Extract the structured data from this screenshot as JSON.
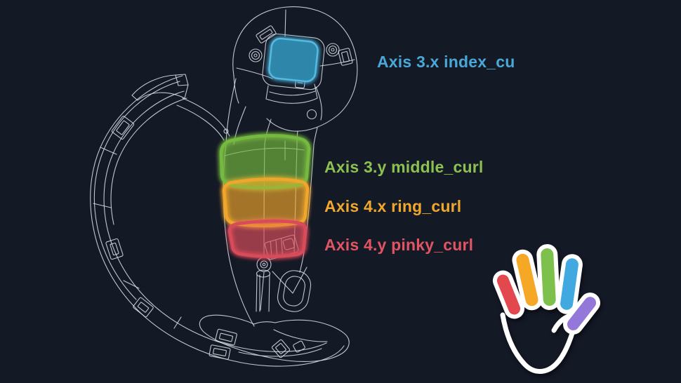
{
  "scene": {
    "background": "#141926",
    "wireframe_color": "#d9dee6"
  },
  "labels": [
    {
      "axis": "Axis 3.x",
      "binding": "index_cu",
      "text": "Axis 3.x index_cu",
      "color": "#4aa8d8"
    },
    {
      "axis": "Axis 3.y",
      "binding": "middle_curl",
      "text": "Axis 3.y middle_curl",
      "color": "#8cc152"
    },
    {
      "axis": "Axis 4.x",
      "binding": "ring_curl",
      "text": "Axis 4.x ring_curl",
      "color": "#f0a72e"
    },
    {
      "axis": "Axis 4.y",
      "binding": "pinky_curl",
      "text": "Axis 4.y pinky_curl",
      "color": "#e15462"
    }
  ],
  "controller": {
    "description": "VR controller wireframe with highlighted touch regions",
    "highlights": {
      "trackpad": {
        "part": "trackpad",
        "stroke": "#55b9e0",
        "fill": "#2e86ab"
      },
      "grip_top": {
        "part": "grip-band-top",
        "stroke": "#76b93f",
        "fill": "#76b93f"
      },
      "grip_middle": {
        "part": "grip-band-middle",
        "stroke": "#f0a62c",
        "fill": "#f0a62c"
      },
      "grip_bottom": {
        "part": "grip-band-bottom",
        "stroke": "#d94b5a",
        "fill": "#d94b5a"
      }
    }
  },
  "hand": {
    "outline": "#ffffff",
    "fingers": {
      "pinky": {
        "color": "#e3484f"
      },
      "ring": {
        "color": "#f5a726"
      },
      "middle": {
        "color": "#7dc04b"
      },
      "index": {
        "color": "#42a9e0"
      },
      "thumb": {
        "color": "#9377d9"
      }
    }
  }
}
